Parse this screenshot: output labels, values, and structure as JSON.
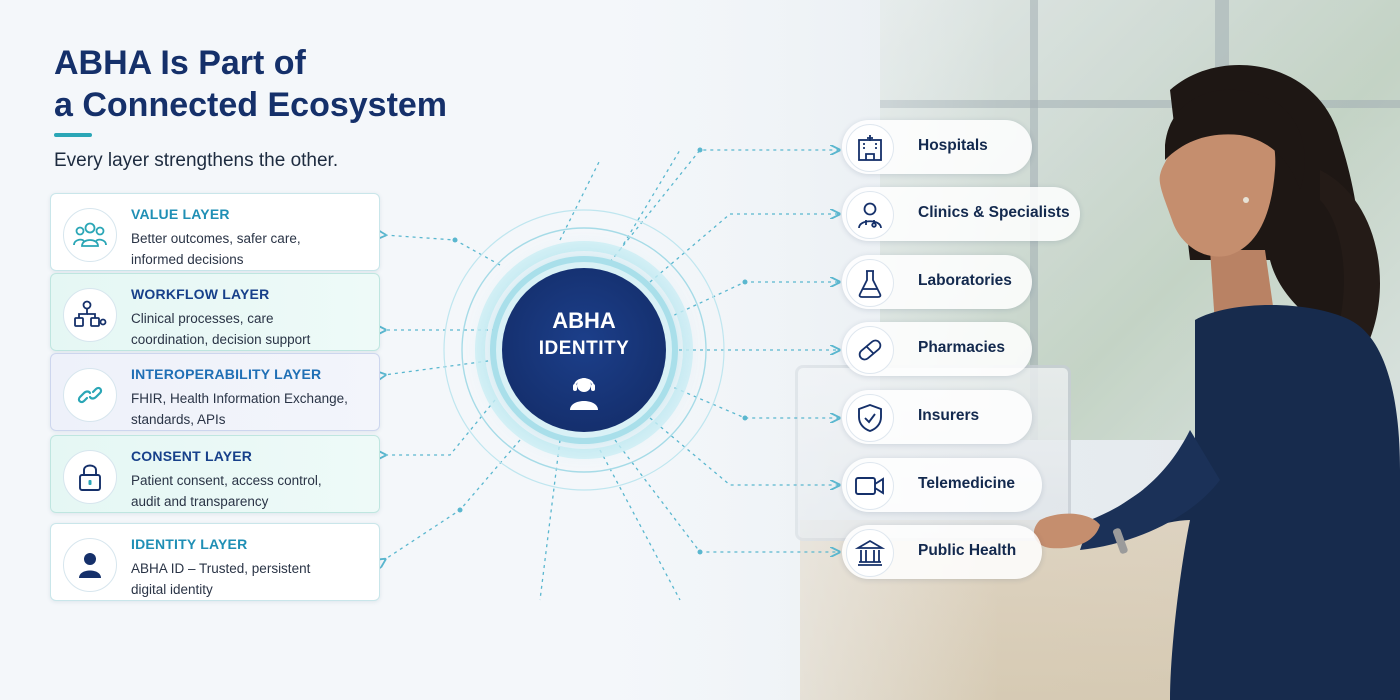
{
  "header": {
    "title_line1": "ABHA Is Part of",
    "title_line2": "a Connected Ecosystem",
    "subtitle": "Every layer strengthens the other."
  },
  "layers": [
    {
      "name": "VALUE LAYER",
      "line1": "Better outcomes, safer care,",
      "line2": "informed decisions",
      "icon": "people-group-icon"
    },
    {
      "name": "WORKFLOW LAYER",
      "line1": "Clinical processes, care",
      "line2": "coordination, decision support",
      "icon": "workflow-icon"
    },
    {
      "name": "INTEROPERABILITY LAYER",
      "line1": "FHIR, Health Information Exchange,",
      "line2": "standards, APIs",
      "icon": "link-icon"
    },
    {
      "name": "CONSENT LAYER",
      "line1": "Patient consent, access control,",
      "line2": "audit and transparency",
      "icon": "lock-icon"
    },
    {
      "name": "IDENTITY LAYER",
      "line1": "ABHA ID – Trusted, persistent",
      "line2": "digital identity",
      "icon": "person-icon"
    }
  ],
  "core": {
    "line1": "ABHA",
    "line2": "IDENTITY",
    "icon": "user-headset-icon"
  },
  "ecosystem": [
    {
      "label": "Hospitals",
      "icon": "hospital-icon"
    },
    {
      "label": "Clinics & Specialists",
      "icon": "doctor-icon"
    },
    {
      "label": "Laboratories",
      "icon": "flask-icon"
    },
    {
      "label": "Pharmacies",
      "icon": "pill-icon"
    },
    {
      "label": "Insurers",
      "icon": "shield-check-icon"
    },
    {
      "label": "Telemedicine",
      "icon": "video-camera-icon"
    },
    {
      "label": "Public Health",
      "icon": "government-building-icon"
    }
  ],
  "colors": {
    "navy": "#15306a",
    "teal": "#2aa6b6",
    "connector": "#5ab7cf"
  }
}
